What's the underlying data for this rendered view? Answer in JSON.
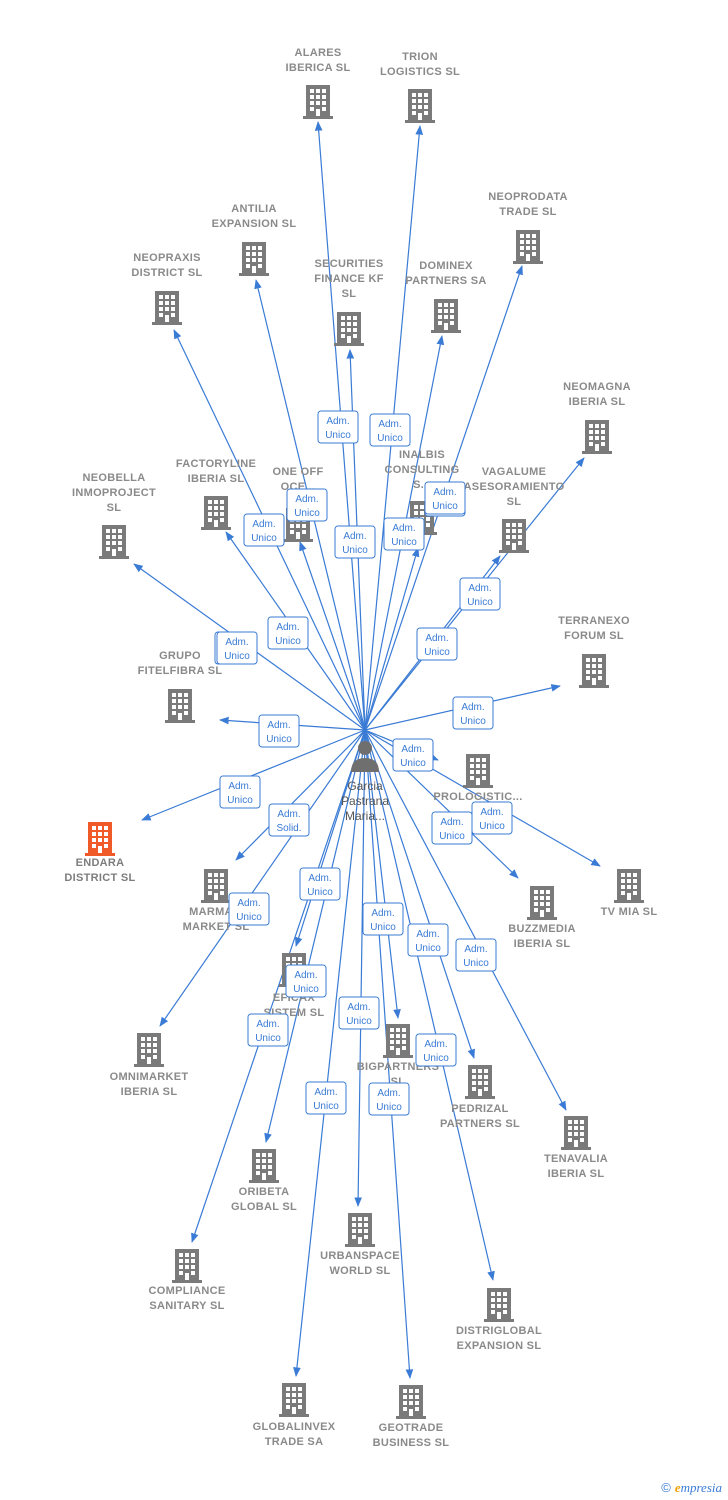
{
  "colors": {
    "edge": "#3a7bd5",
    "building": "#7a7a7a",
    "highlight": "#f05a28",
    "badge_border": "#3a7bd5"
  },
  "person": {
    "name_lines": [
      "Garcia",
      "Pastrana",
      "Maria..."
    ],
    "icon": "person-icon"
  },
  "companies": [
    {
      "id": "alares",
      "lines": [
        "ALARES",
        "IBERICA  SL"
      ]
    },
    {
      "id": "trion",
      "lines": [
        "TRION",
        "LOGISTICS  SL"
      ]
    },
    {
      "id": "neoprodata",
      "lines": [
        "NEOPRODATA",
        "TRADE  SL"
      ]
    },
    {
      "id": "antilia",
      "lines": [
        "ANTILIA",
        "EXPANSION  SL"
      ]
    },
    {
      "id": "neopraxis",
      "lines": [
        "NEOPRAXIS",
        "DISTRICT  SL"
      ]
    },
    {
      "id": "securities",
      "lines": [
        "SECURITIES",
        "FINANCE KF",
        "SL"
      ]
    },
    {
      "id": "dominex",
      "lines": [
        "DOMINEX",
        "PARTNERS SA"
      ]
    },
    {
      "id": "neomagna",
      "lines": [
        "NEOMAGNA",
        "IBERIA  SL"
      ]
    },
    {
      "id": "neobella",
      "lines": [
        "NEOBELLA",
        "INMOPROJECT",
        "SL"
      ]
    },
    {
      "id": "factoryline",
      "lines": [
        "FACTORYLINE",
        "IBERIA  SL"
      ]
    },
    {
      "id": "oneoff",
      "lines": [
        "ONE OFF",
        "OCE..."
      ]
    },
    {
      "id": "inalbis",
      "lines": [
        "INALBIS",
        "CONSULTING",
        "S..."
      ]
    },
    {
      "id": "vagalume",
      "lines": [
        "VAGALUME",
        "ASESORAMIENTO",
        "SL"
      ]
    },
    {
      "id": "terranexo",
      "lines": [
        "TERRANEXO",
        "FORUM  SL"
      ]
    },
    {
      "id": "grupo",
      "lines": [
        "GRUPO",
        "FITELFIBRA  SL"
      ]
    },
    {
      "id": "endara",
      "lines": [
        "ENDARA",
        "DISTRICT  SL"
      ],
      "highlight": true
    },
    {
      "id": "prologistic",
      "lines": [
        "PROLOGISTIC..."
      ]
    },
    {
      "id": "tvmia",
      "lines": [
        "TV MIA  SL"
      ]
    },
    {
      "id": "marma",
      "lines": [
        "MARMA...",
        "MARKET  SL"
      ]
    },
    {
      "id": "buzzmedia",
      "lines": [
        "BUZZMEDIA",
        "IBERIA  SL"
      ]
    },
    {
      "id": "eficax",
      "lines": [
        "EFICAX",
        "SISTEM SL"
      ]
    },
    {
      "id": "omnimarket",
      "lines": [
        "OMNIMARKET",
        "IBERIA  SL"
      ]
    },
    {
      "id": "bigpartners",
      "lines": [
        "BIGPARTNERS",
        "SL"
      ]
    },
    {
      "id": "pedrizal",
      "lines": [
        "PEDRIZAL",
        "PARTNERS  SL"
      ]
    },
    {
      "id": "tenavalia",
      "lines": [
        "TENAVALIA",
        "IBERIA  SL"
      ]
    },
    {
      "id": "oribeta",
      "lines": [
        "ORIBETA",
        "GLOBAL  SL"
      ]
    },
    {
      "id": "urbanspace",
      "lines": [
        "URBANSPACE",
        "WORLD  SL"
      ]
    },
    {
      "id": "compliance",
      "lines": [
        "COMPLIANCE",
        "SANITARY  SL"
      ]
    },
    {
      "id": "distriglobal",
      "lines": [
        "DISTRIGLOBAL",
        "EXPANSION  SL"
      ]
    },
    {
      "id": "globalinvex",
      "lines": [
        "GLOBALINVEX",
        "TRADE SA"
      ]
    },
    {
      "id": "geotrade",
      "lines": [
        "GEOTRADE",
        "BUSINESS  SL"
      ]
    }
  ],
  "relations": [
    {
      "target": "alares",
      "role": [
        "Adm.",
        "Unico"
      ]
    },
    {
      "target": "trion",
      "role": [
        "Adm.",
        "Unico"
      ]
    },
    {
      "target": "neoprodata",
      "role": [
        "Adm.",
        "Unico"
      ]
    },
    {
      "target": "antilia",
      "role": [
        "Adm.",
        "Unico"
      ]
    },
    {
      "target": "neopraxis",
      "role": [
        "Adm.",
        "Unico"
      ]
    },
    {
      "target": "securities",
      "role": [
        "Adm.",
        "Unico"
      ]
    },
    {
      "target": "dominex",
      "role": [
        "Adm.",
        "Unico"
      ]
    },
    {
      "target": "neomagna",
      "role": [
        "Adm.",
        "Unico"
      ]
    },
    {
      "target": "neobella",
      "role": [
        "Adm.",
        "Unico"
      ]
    },
    {
      "target": "factoryline",
      "role": [
        "Adm.",
        "Unico"
      ]
    },
    {
      "target": "oneoff",
      "role": [
        "Adm.",
        "Unico"
      ]
    },
    {
      "target": "inalbis",
      "role": [
        "Adm.",
        "Unico"
      ]
    },
    {
      "target": "vagalume",
      "role": [
        "Adm.",
        "Unico"
      ]
    },
    {
      "target": "terranexo",
      "role": [
        "Adm.",
        "Unico"
      ]
    },
    {
      "target": "grupo",
      "role": [
        "Adm.",
        "Unico"
      ]
    },
    {
      "target": "endara",
      "role": [
        "Adm.",
        "Unico"
      ]
    },
    {
      "target": "prologistic",
      "role": [
        "Adm.",
        "Unico"
      ]
    },
    {
      "target": "tvmia",
      "role": [
        "Adm.",
        "Unico"
      ]
    },
    {
      "target": "marma",
      "role": [
        "Adm.",
        "Solid."
      ]
    },
    {
      "target": "buzzmedia",
      "role": [
        "Adm.",
        "Unico"
      ]
    },
    {
      "target": "eficax",
      "role": [
        "Adm.",
        "Unico"
      ]
    },
    {
      "target": "omnimarket",
      "role": [
        "Adm.",
        "Unico"
      ]
    },
    {
      "target": "bigpartners",
      "role": [
        "Adm.",
        "Unico"
      ]
    },
    {
      "target": "pedrizal",
      "role": [
        "Adm.",
        "Unico"
      ]
    },
    {
      "target": "tenavalia",
      "role": [
        "Adm.",
        "Unico"
      ]
    },
    {
      "target": "oribeta",
      "role": [
        "Adm.",
        "Unico"
      ]
    },
    {
      "target": "urbanspace",
      "role": [
        "Adm.",
        "Unico"
      ]
    },
    {
      "target": "compliance",
      "role": [
        "Adm.",
        "Unico"
      ]
    },
    {
      "target": "distriglobal",
      "role": [
        "Adm.",
        "Unico"
      ]
    },
    {
      "target": "globalinvex",
      "role": [
        "Adm.",
        "Unico"
      ]
    },
    {
      "target": "geotrade",
      "role": [
        "Adm.",
        "Unico"
      ]
    }
  ],
  "brand": {
    "copyright": "©",
    "initial": "e",
    "name": "mpresia"
  }
}
